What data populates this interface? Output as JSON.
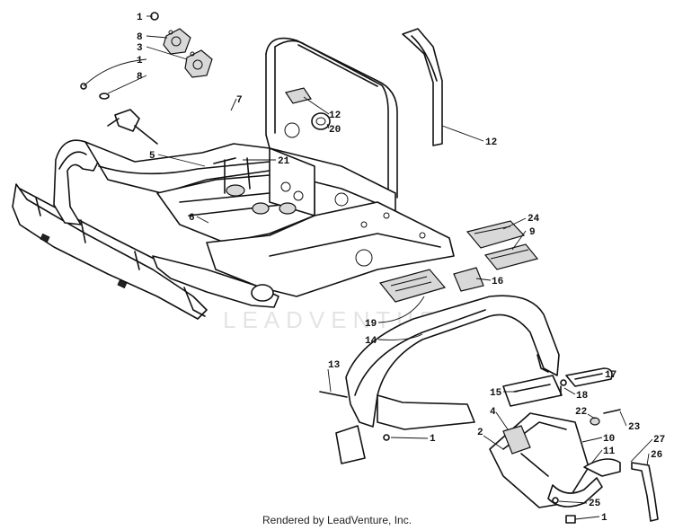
{
  "watermark": "LEADVENTURE",
  "footer": "Rendered by LeadVenture, Inc.",
  "callouts": {
    "c1": "1",
    "c2": "8",
    "c3": "3",
    "c4": "1",
    "c5": "8",
    "c6": "7",
    "c7": "12",
    "c8": "20",
    "c9": "12",
    "c10": "5",
    "c11": "21",
    "c12": "6",
    "c13": "24",
    "c14": "9",
    "c15": "16",
    "c16": "19",
    "c17": "14",
    "c18": "13",
    "c19": "17",
    "c20": "15",
    "c21": "18",
    "c22": "22",
    "c23": "23",
    "c24": "4",
    "c25": "2",
    "c26": "10",
    "c27": "11",
    "c28": "27",
    "c29": "26",
    "c30": "25",
    "c31": "1",
    "c32": "1"
  }
}
